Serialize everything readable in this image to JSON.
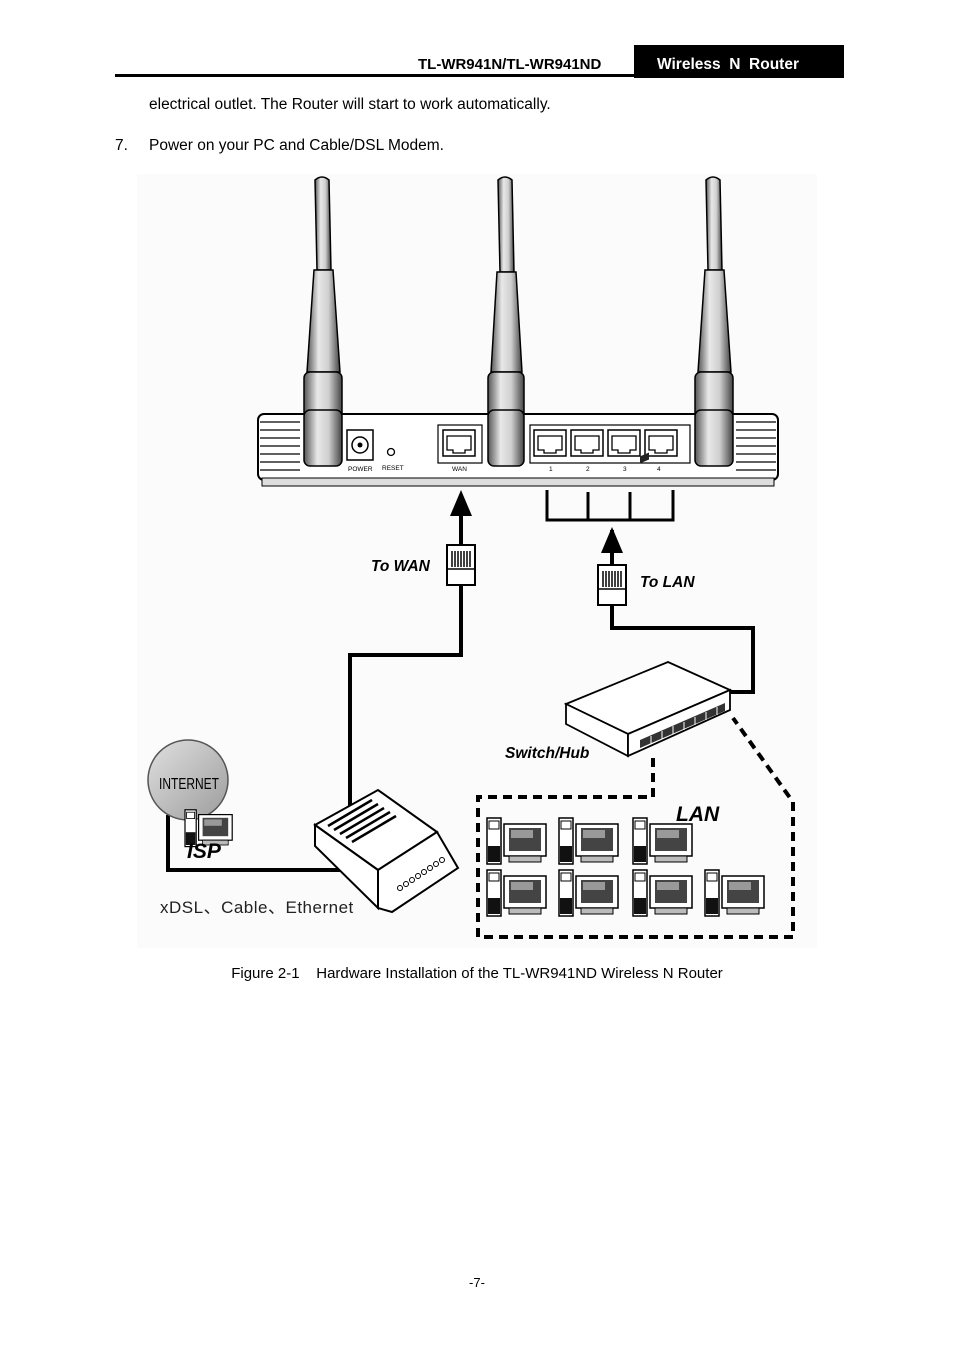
{
  "header": {
    "model": "TL-WR941N/TL-WR941ND",
    "product": "Wireless  N  Router"
  },
  "body": {
    "continuation": "electrical outlet. The Router will start to work automatically.",
    "step_number": "7.",
    "step_text": "Power on your PC and Cable/DSL Modem."
  },
  "figure": {
    "port_labels": {
      "power": "POWER",
      "reset": "RESET",
      "wan": "WAN",
      "lan1": "1",
      "lan2": "2",
      "lan3": "3",
      "lan4": "4"
    },
    "to_wan": "To WAN",
    "to_lan": "To LAN",
    "switch_hub": "Switch/Hub",
    "internet": "INTERNET",
    "isp": "ISP",
    "lan": "LAN",
    "modem_types": "xDSL、Cable、Ethernet"
  },
  "caption": "Figure 2-1    Hardware Installation of the TL-WR941ND Wireless N Router",
  "page_number": "-7-"
}
